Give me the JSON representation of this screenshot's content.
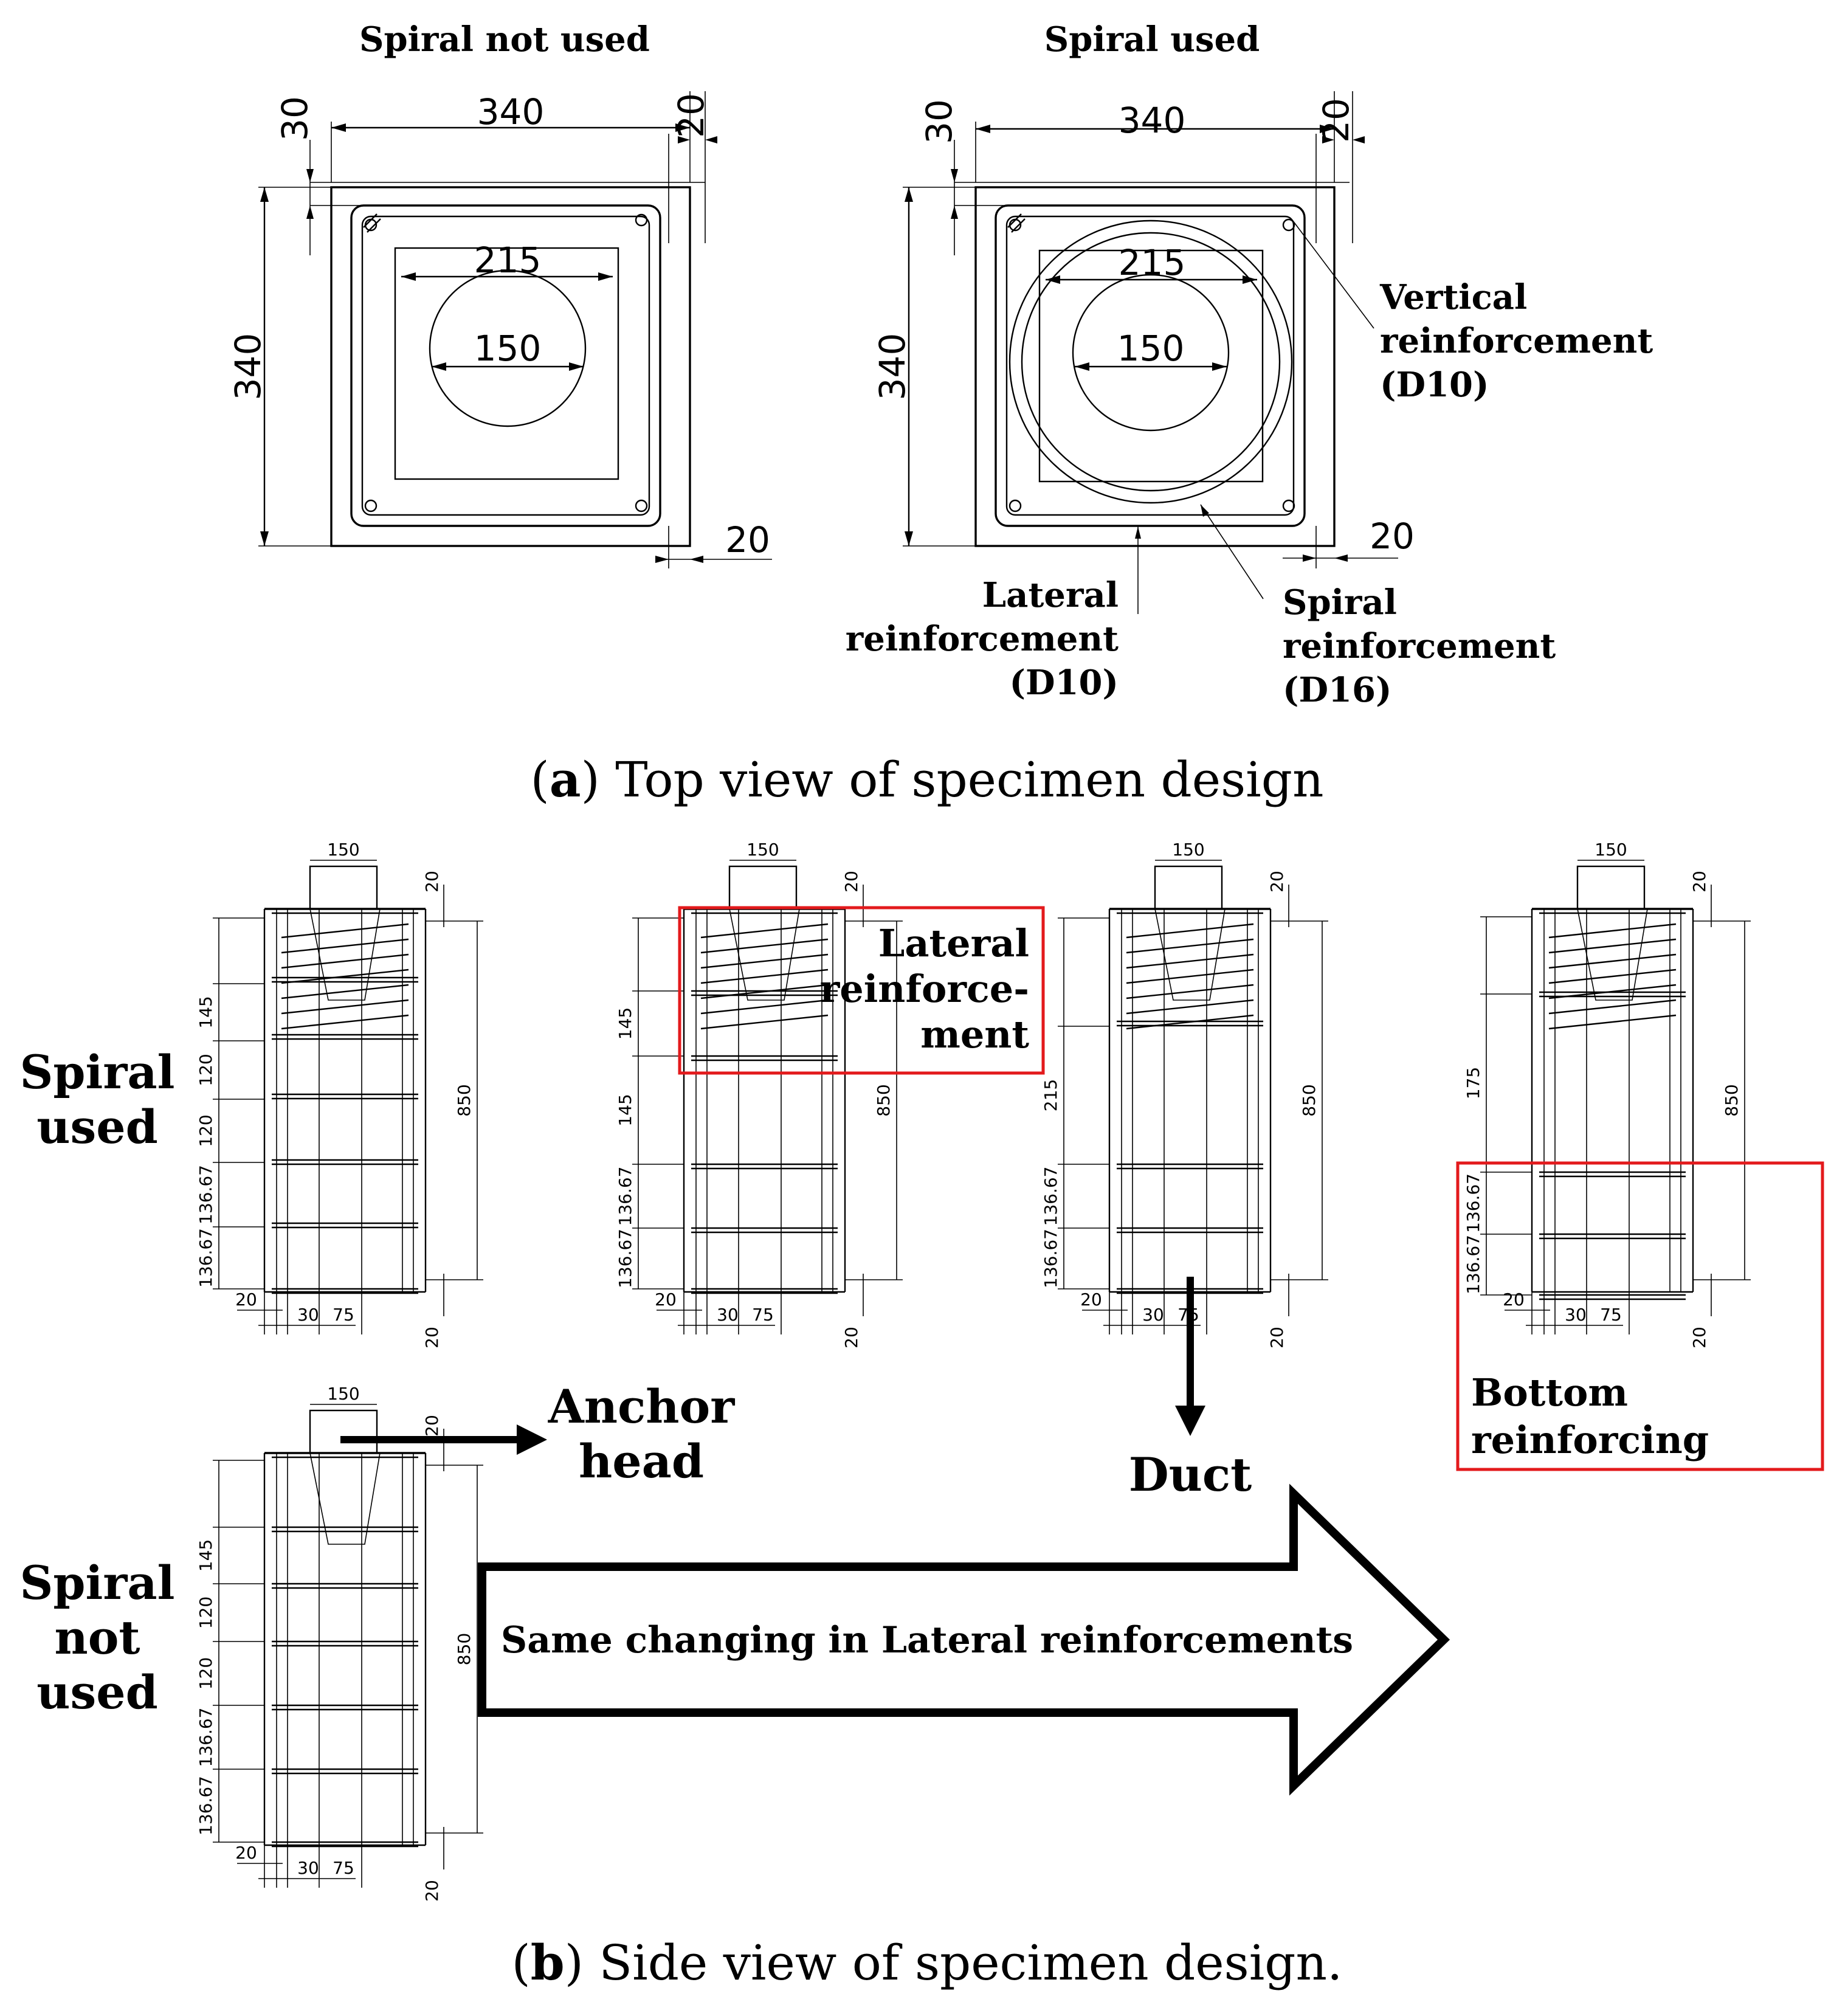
{
  "top_view": {
    "caption_letter": "a",
    "caption_text": ") Top view of specimen design",
    "left": {
      "title": "Spiral not used",
      "dims": {
        "width": "340",
        "height": "340",
        "top_offset": "30",
        "right_offset": "20",
        "bottom_offset": "20",
        "plate": "215",
        "duct": "150"
      }
    },
    "right": {
      "title": "Spiral used",
      "dims": {
        "width": "340",
        "height": "340",
        "top_offset": "30",
        "right_offset": "20",
        "bottom_offset": "20",
        "plate": "215",
        "duct": "150"
      },
      "labels": {
        "vertical": [
          "Vertical",
          "reinforcement",
          "(D10)"
        ],
        "lateral": [
          "Lateral",
          "reinforcement",
          "(D10)"
        ],
        "spiral": [
          "Spiral",
          "reinforcement",
          "(D16)"
        ]
      }
    }
  },
  "side_view": {
    "caption_letter": "b",
    "caption_text": ") Side view of specimen design.",
    "row_label_spiral_used": [
      "Spiral",
      "used"
    ],
    "row_label_spiral_not_used": [
      "Spiral",
      "not",
      "used"
    ],
    "callouts": {
      "lateral": [
        "Lateral",
        "reinforce-",
        "ment"
      ],
      "anchor": [
        "Anchor",
        "head"
      ],
      "duct": "Duct",
      "bottom": [
        "Bottom",
        "reinforcing"
      ],
      "arrow_text": "Same changing in Lateral reinforcements"
    },
    "columns": [
      {
        "duct": "150",
        "top_cover": "20",
        "bottom_cover": "20",
        "height": "850",
        "side_cover": "20",
        "bar_offset": "30",
        "bar_spacing": "75",
        "left_dims": [
          "145",
          "120",
          "120",
          "136.67",
          "136.67"
        ]
      },
      {
        "duct": "150",
        "top_cover": "20",
        "bottom_cover": "20",
        "height": "850",
        "side_cover": "20",
        "bar_offset": "30",
        "bar_spacing": "75",
        "left_dims": [
          "145",
          "145",
          "136.67",
          "136.67"
        ]
      },
      {
        "duct": "150",
        "top_cover": "20",
        "bottom_cover": "20",
        "height": "850",
        "side_cover": "20",
        "bar_offset": "30",
        "bar_spacing": "75",
        "left_dims": [
          "215",
          "136.67",
          "136.67"
        ]
      },
      {
        "duct": "150",
        "top_cover": "20",
        "bottom_cover": "20",
        "height": "850",
        "side_cover": "20",
        "bar_offset": "30",
        "bar_spacing": "75",
        "left_dims": [
          "175",
          "136.67",
          "136.67"
        ]
      },
      {
        "duct": "150",
        "top_cover": "20",
        "bottom_cover": "20",
        "height": "850",
        "side_cover": "20",
        "bar_offset": "30",
        "bar_spacing": "75",
        "left_dims": [
          "145",
          "120",
          "120",
          "136.67",
          "136.67"
        ]
      }
    ]
  },
  "colors": {
    "line": "#000000",
    "highlight_box": "#e31a1c",
    "background": "#ffffff"
  }
}
